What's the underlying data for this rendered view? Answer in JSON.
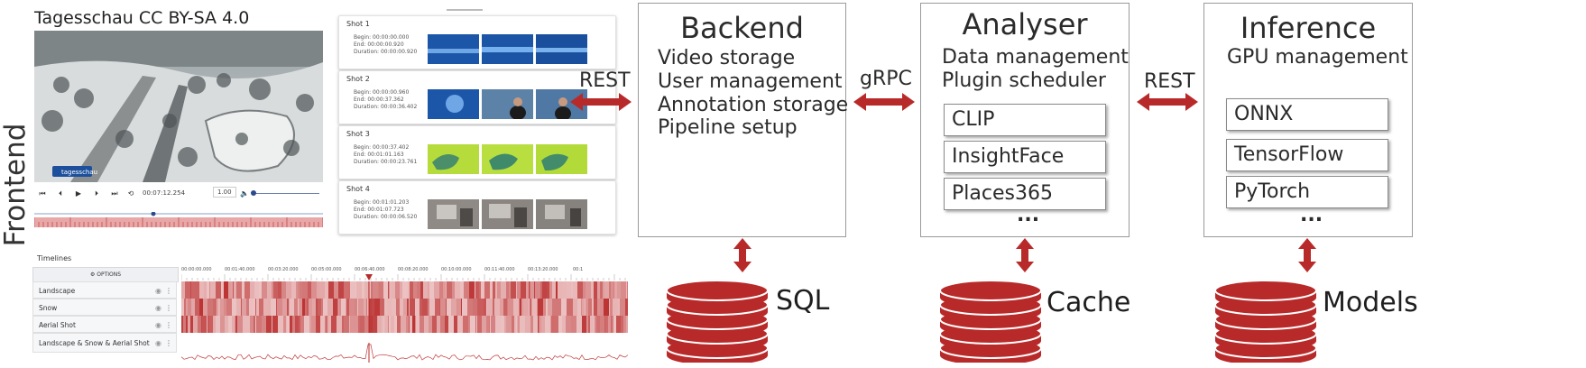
{
  "frontend": {
    "label": "Frontend",
    "video_title": "Tagesschau CC BY-SA 4.0",
    "logo_text": "tagesschau",
    "time_display": "00:07:12.254",
    "speed": "1.00",
    "shots": [
      {
        "title": "Shot 1",
        "begin": "Begin: 00:00:00.000",
        "end": "End: 00:00:00.920",
        "duration": "Duration: 00:00:00.920"
      },
      {
        "title": "Shot 2",
        "begin": "Begin: 00:00:00.960",
        "end": "End: 00:00:37.362",
        "duration": "Duration: 00:00:36.402"
      },
      {
        "title": "Shot 3",
        "begin": "Begin: 00:00:37.402",
        "end": "End: 00:01:01.163",
        "duration": "Duration: 00:00:23.761"
      },
      {
        "title": "Shot 4",
        "begin": "Begin: 00:01:01.203",
        "end": "End: 00:01:07.723",
        "duration": "Duration: 00:00:06.520"
      }
    ],
    "timelines": {
      "header": "Timelines",
      "options_label": "OPTIONS",
      "rows": [
        "Landscape",
        "Snow",
        "Aerial Shot",
        "Landscape & Snow & Aerial Shot"
      ],
      "ruler_ticks": [
        "00:00:00.000",
        "00:01:40.000",
        "00:03:20.000",
        "00:05:00.000",
        "00:06:40.000",
        "00:08:20.000",
        "00:10:00.000",
        "00:11:40.000",
        "00:13:20.000",
        "00:1"
      ]
    }
  },
  "connections": {
    "frontend_backend": "REST",
    "backend_analyser": "gRPC",
    "analyser_inference": "REST"
  },
  "backend": {
    "title": "Backend",
    "items": [
      "Video storage",
      "User management",
      "Annotation storage",
      "Pipeline setup"
    ],
    "db_label": "SQL"
  },
  "analyser": {
    "title": "Analyser",
    "items": [
      "Data management",
      "Plugin scheduler"
    ],
    "plugins": [
      "CLIP",
      "InsightFace",
      "Places365"
    ],
    "more": "...",
    "db_label": "Cache"
  },
  "inference": {
    "title": "Inference",
    "items": [
      "GPU management"
    ],
    "plugins": [
      "ONNX",
      "TensorFlow",
      "PyTorch"
    ],
    "more": "...",
    "db_label": "Models"
  },
  "colors": {
    "accent_red": "#b82a2a",
    "heat_base": "#f6dede",
    "box_border": "#9a9a9a"
  }
}
